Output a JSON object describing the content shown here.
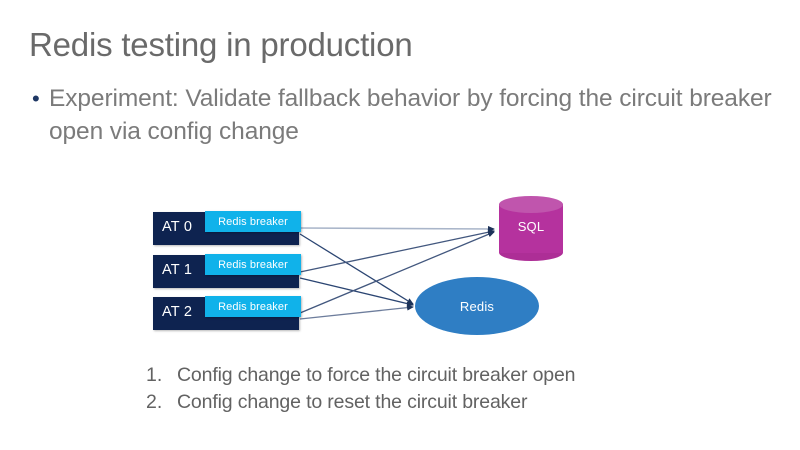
{
  "slide": {
    "title": "Redis testing in production",
    "bullet": {
      "marker": "•",
      "text": "Experiment: Validate fallback behavior by forcing the circuit breaker open via config change"
    }
  },
  "diagram": {
    "app_tiers": [
      {
        "name": "AT 0",
        "breaker_label": "Redis breaker"
      },
      {
        "name": "AT 1",
        "breaker_label": "Redis breaker"
      },
      {
        "name": "AT 2",
        "breaker_label": "Redis breaker"
      }
    ],
    "datastores": [
      {
        "id": "sql",
        "label": "SQL",
        "shape": "cylinder",
        "color": "#b5329e"
      },
      {
        "id": "redis",
        "label": "Redis",
        "shape": "ellipse",
        "color": "#2f7ec4"
      }
    ],
    "colors": {
      "app_tier_fill": "#0e2350",
      "breaker_fill": "#10b2ea",
      "connector": "#29416b",
      "connector_light": "#a8b4c8"
    }
  },
  "steps": [
    {
      "number": "1.",
      "text": "Config change to force the circuit breaker open"
    },
    {
      "number": "2.",
      "text": "Config change to reset the circuit breaker"
    }
  ]
}
